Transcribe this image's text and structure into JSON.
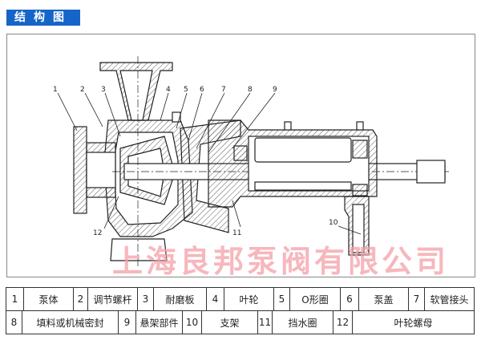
{
  "title": "结构图",
  "watermark": "上海良邦泵阀有限公司",
  "callouts": [
    "1",
    "2",
    "3",
    "4",
    "5",
    "6",
    "7",
    "8",
    "9",
    "10",
    "11",
    "12"
  ],
  "parts": [
    {
      "no": "1",
      "name": "泵体"
    },
    {
      "no": "2",
      "name": "调节螺杆"
    },
    {
      "no": "3",
      "name": "耐磨板"
    },
    {
      "no": "4",
      "name": "叶轮"
    },
    {
      "no": "5",
      "name": "O形圈"
    },
    {
      "no": "6",
      "name": "泵盖"
    },
    {
      "no": "7",
      "name": "软管接头"
    },
    {
      "no": "8",
      "name": "填料或机械密封"
    },
    {
      "no": "9",
      "name": "悬架部件"
    },
    {
      "no": "10",
      "name": "支架"
    },
    {
      "no": "11",
      "name": "挡水圈"
    },
    {
      "no": "12",
      "name": "叶轮螺母"
    }
  ],
  "colors": {
    "title_bg": "#1565c9",
    "watermark": "#f4a0a8",
    "line": "#222222"
  }
}
